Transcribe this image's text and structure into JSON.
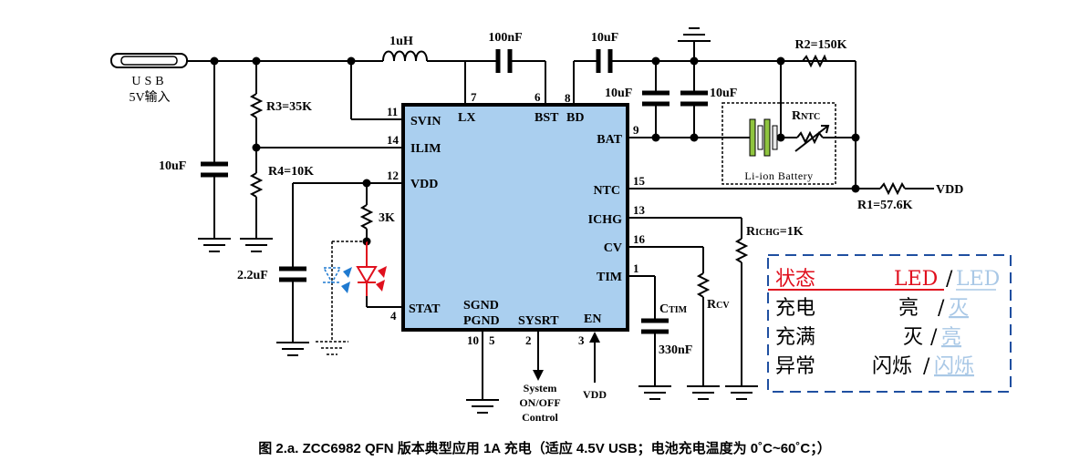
{
  "usb": {
    "label_top": "USB",
    "label_bottom": "5V输入"
  },
  "components": {
    "inductor": "1uH",
    "c_bst": "100nF",
    "c_bd": "10uF",
    "c_out1": "10uF",
    "c_out2": "10uF",
    "c_in": "10uF",
    "c_vdd": "2.2uF",
    "r3": "R3=35K",
    "r4": "R4=10K",
    "r_led": "3K",
    "r2": "R2=150K",
    "r1": "R1=57.6K",
    "r_ntc_main": "R",
    "r_ntc_sub": "NTC",
    "r_ichg_main": "R",
    "r_ichg_sub": "ICHG",
    "r_ichg_val": "=1K",
    "r_cv_main": "R",
    "r_cv_sub": "CV",
    "c_tim_main": "C",
    "c_tim_sub": "TIM",
    "c_tim_val": "330nF",
    "battery": "Li-ion Battery",
    "vdd_right": "VDD",
    "vdd_en": "VDD",
    "sysrt_out": [
      "System",
      "ON/OFF",
      "Control"
    ]
  },
  "chip": {
    "pins_left": [
      {
        "num": "11",
        "name": "SVIN"
      },
      {
        "num": "14",
        "name": "ILIM"
      },
      {
        "num": "12",
        "name": "VDD"
      },
      {
        "num": "4",
        "name": "STAT"
      }
    ],
    "pins_top": [
      {
        "num": "7",
        "name": "LX"
      },
      {
        "num": "6",
        "name": "BST"
      },
      {
        "num": "8",
        "name": "BD"
      }
    ],
    "pins_right": [
      {
        "num": "9",
        "name": "BAT"
      },
      {
        "num": "15",
        "name": "NTC"
      },
      {
        "num": "13",
        "name": "ICHG"
      },
      {
        "num": "16",
        "name": "CV"
      },
      {
        "num": "1",
        "name": "TIM"
      }
    ],
    "pins_bottom": [
      {
        "num": "10",
        "name": "SGND"
      },
      {
        "num": "5",
        "name": "PGND"
      },
      {
        "num": "2",
        "name": "SYSRT"
      },
      {
        "num": "3",
        "name": "EN"
      }
    ]
  },
  "legend": {
    "header": {
      "state": "状态",
      "led_red": "LED",
      "slash": "/",
      "led_blue": "LED"
    },
    "rows": [
      {
        "state": "充电",
        "red": "亮",
        "blue": "灭"
      },
      {
        "state": "充满",
        "red": "灭",
        "blue": "亮"
      },
      {
        "state": "异常",
        "red": "闪烁",
        "blue": "闪烁"
      }
    ],
    "colors": {
      "red": "#e0101e",
      "blue": "#a9c8e6",
      "border": "#1f4fa0"
    }
  },
  "caption": "图 2.a. ZCC6982 QFN 版本典型应用  1A 充电（适应 4.5V USB；电池充电温度为 0˚C~60˚C；）",
  "colors": {
    "chip_fill": "#aacfef",
    "led_red": "#e0101e",
    "led_blue": "#1f7ad0",
    "battery_green": "#8fc43f"
  }
}
